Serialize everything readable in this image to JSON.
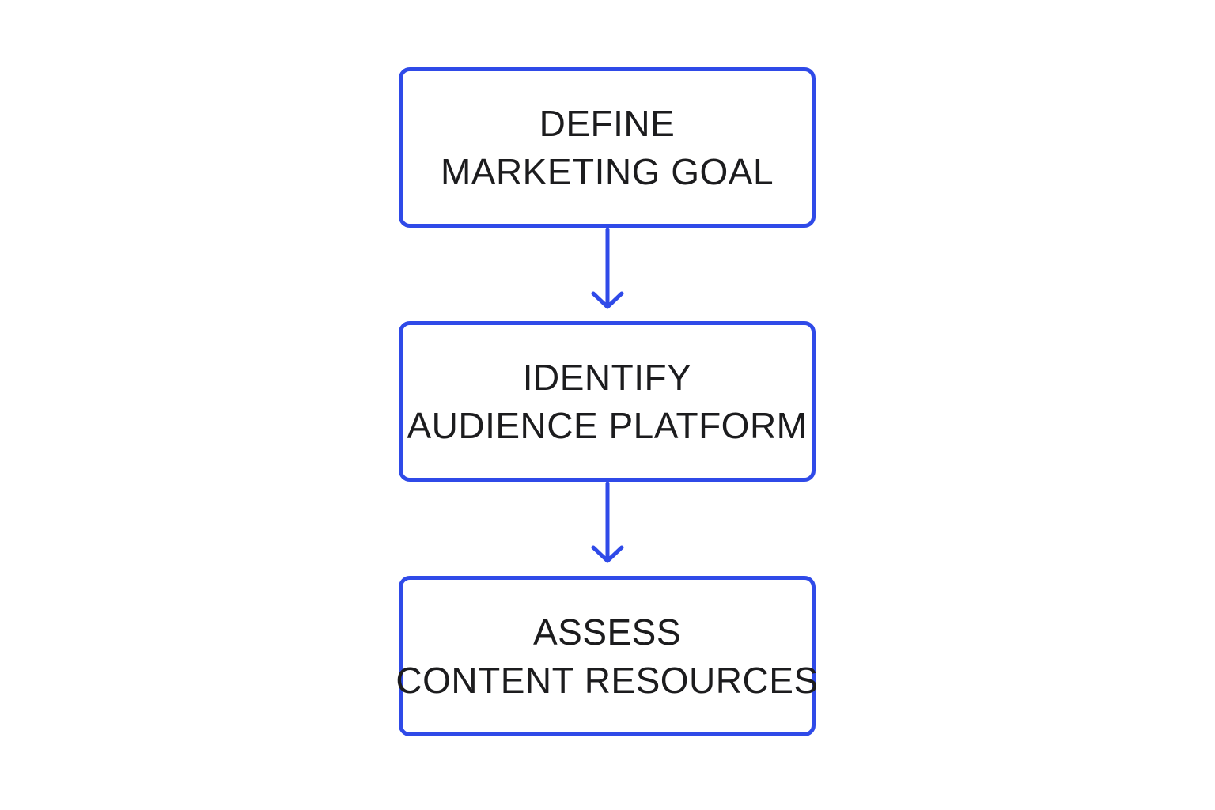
{
  "diagram": {
    "type": "vertical-flowchart",
    "accent_color": "#2f4ae8",
    "text_color": "#1c1c1e",
    "background_color": "#ffffff",
    "steps": [
      {
        "line1": "DEFINE",
        "line2": "MARKETING GOAL"
      },
      {
        "line1": "IDENTIFY",
        "line2": "AUDIENCE PLATFORM"
      },
      {
        "line1": "ASSESS",
        "line2": "CONTENT RESOURCES"
      }
    ],
    "connections": [
      {
        "from": 0,
        "to": 1
      },
      {
        "from": 1,
        "to": 2
      }
    ]
  }
}
